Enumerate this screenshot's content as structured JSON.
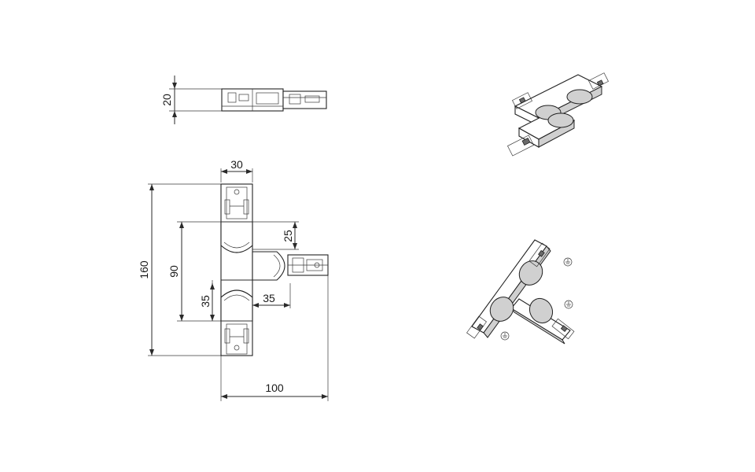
{
  "drawing": {
    "dimensions": {
      "side_height": "20",
      "arm_width": "30",
      "total_height": "160",
      "inner_span": "90",
      "branch_offset": "25",
      "lower_gap": "35",
      "branch_length": "35",
      "total_width": "100"
    },
    "colors": {
      "line": "#2a2a2a",
      "background": "#ffffff",
      "shade": "#d0d0d0"
    }
  }
}
